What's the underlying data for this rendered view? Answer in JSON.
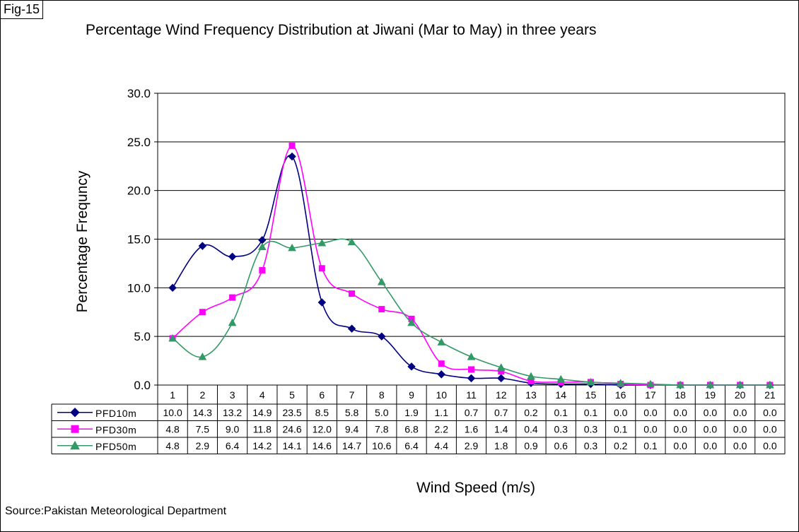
{
  "figure": {
    "fig_label": "Fig-15",
    "source": "Source:Pakistan Meteorological Department"
  },
  "chart_data": {
    "type": "line",
    "title": "Percentage Wind Frequency Distribution at Jiwani (Mar to May) in three years",
    "xlabel": "Wind Speed (m/s)",
    "ylabel": "Percentage Frequncy",
    "categories": [
      "1",
      "2",
      "3",
      "4",
      "5",
      "6",
      "7",
      "8",
      "9",
      "10",
      "11",
      "12",
      "13",
      "14",
      "15",
      "16",
      "17",
      "18",
      "19",
      "20",
      "21"
    ],
    "ylim": [
      0,
      30
    ],
    "yticks": [
      "0.0",
      "5.0",
      "10.0",
      "15.0",
      "20.0",
      "25.0",
      "30.0"
    ],
    "grid": "horizontal",
    "legend": "data table below plot",
    "series": [
      {
        "name": "PFD10m",
        "color": "#000080",
        "marker": "diamond",
        "values": [
          10.0,
          14.3,
          13.2,
          14.9,
          23.5,
          8.5,
          5.8,
          5.0,
          1.9,
          1.1,
          0.7,
          0.7,
          0.2,
          0.1,
          0.1,
          0.0,
          0.0,
          0.0,
          0.0,
          0.0,
          0.0
        ],
        "labels": [
          "10.0",
          "14.3",
          "13.2",
          "14.9",
          "23.5",
          "8.5",
          "5.8",
          "5.0",
          "1.9",
          "1.1",
          "0.7",
          "0.7",
          "0.2",
          "0.1",
          "0.1",
          "0.0",
          "0.0",
          "0.0",
          "0.0",
          "0.0",
          "0.0"
        ]
      },
      {
        "name": "PFD30m",
        "color": "#FF00FF",
        "marker": "square",
        "values": [
          4.8,
          7.5,
          9.0,
          11.8,
          24.6,
          12.0,
          9.4,
          7.8,
          6.8,
          2.2,
          1.6,
          1.4,
          0.4,
          0.3,
          0.3,
          0.1,
          0.0,
          0.0,
          0.0,
          0.0,
          0.0
        ],
        "labels": [
          "4.8",
          "7.5",
          "9.0",
          "11.8",
          "24.6",
          "12.0",
          "9.4",
          "7.8",
          "6.8",
          "2.2",
          "1.6",
          "1.4",
          "0.4",
          "0.3",
          "0.3",
          "0.1",
          "0.0",
          "0.0",
          "0.0",
          "0.0",
          "0.0"
        ]
      },
      {
        "name": "PFD50m",
        "color": "#339966",
        "marker": "triangle",
        "values": [
          4.8,
          2.9,
          6.4,
          14.2,
          14.1,
          14.6,
          14.7,
          10.6,
          6.4,
          4.4,
          2.9,
          1.8,
          0.9,
          0.6,
          0.3,
          0.2,
          0.1,
          0.0,
          0.0,
          0.0,
          0.0
        ],
        "labels": [
          "4.8",
          "2.9",
          "6.4",
          "14.2",
          "14.1",
          "14.6",
          "14.7",
          "10.6",
          "6.4",
          "4.4",
          "2.9",
          "1.8",
          "0.9",
          "0.6",
          "0.3",
          "0.2",
          "0.1",
          "0.0",
          "0.0",
          "0.0",
          "0.0"
        ]
      }
    ]
  }
}
